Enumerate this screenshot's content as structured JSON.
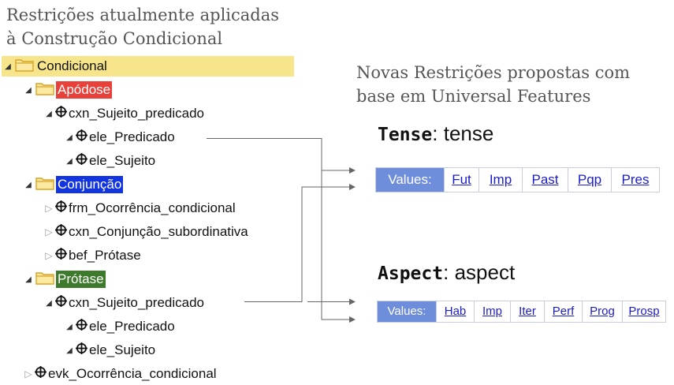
{
  "left_heading": [
    "Restrições atualmente aplicadas",
    "à Construção Condicional"
  ],
  "right_heading": [
    "Novas Restrições propostas com",
    "base em Universal Features"
  ],
  "tree": [
    {
      "label": "Condicional"
    },
    {
      "label": "Apódose"
    },
    {
      "label": "cxn_Sujeito_predicado"
    },
    {
      "label": "ele_Predicado"
    },
    {
      "label": "ele_Sujeito"
    },
    {
      "label": "Conjunção"
    },
    {
      "label": "frm_Ocorrência_condicional"
    },
    {
      "label": "cxn_Conjunção_subordinativa"
    },
    {
      "label": "bef_Prótase"
    },
    {
      "label": "Prótase"
    },
    {
      "label": "cxn_Sujeito_predicado"
    },
    {
      "label": "ele_Predicado"
    },
    {
      "label": "ele_Sujeito"
    },
    {
      "label": "evk_Ocorrência_condicional"
    }
  ],
  "features": [
    {
      "name": "Tense",
      "separator": ":",
      "value": "tense",
      "values_label": "Values:",
      "items": [
        "Fut",
        "Imp",
        "Past",
        "Pqp",
        "Pres"
      ]
    },
    {
      "name": "Aspect",
      "separator": ":",
      "value": "aspect",
      "values_label": "Values:",
      "items": [
        "Hab",
        "Imp",
        "Iter",
        "Perf",
        "Prog",
        "Prosp"
      ]
    }
  ]
}
